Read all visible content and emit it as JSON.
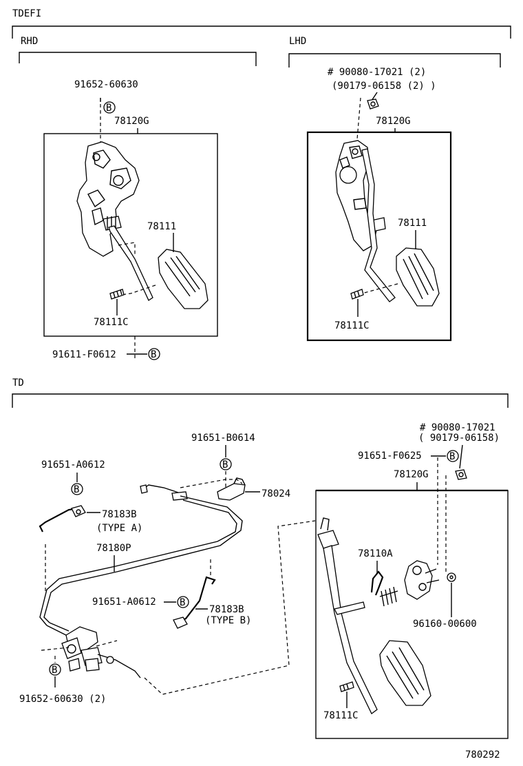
{
  "sections": {
    "tdefi": "TDEFI",
    "rhd": "RHD",
    "lhd": "LHD",
    "td": "TD"
  },
  "bolt_marker": "B",
  "labels": {
    "rhd_bolt_top": "91652-60630",
    "rhd_bracket": "78120G",
    "rhd_pedal": "78111",
    "rhd_pin": "78111C",
    "rhd_bolt_bottom": "91611-F0612",
    "lhd_nut": "# 90080-17021 (2)",
    "lhd_nut_alt": "(90179-06158 (2) )",
    "lhd_bracket": "78120G",
    "lhd_pedal": "78111",
    "lhd_pin": "78111C",
    "td_bolt_a1": "91651-A0612",
    "td_spring_a": "78183B",
    "td_spring_a_type": "(TYPE  A)",
    "td_bolt_b": "91651-B0614",
    "td_clamp": "78024",
    "td_cable": "78180P",
    "td_bolt_a2": "91651-A0612",
    "td_spring_b": "78183B",
    "td_spring_b_type": "(TYPE  B)",
    "td_bolt_bottom": "91652-60630 (2)",
    "td_nut": "# 90080-17021",
    "td_nut_alt": "( 90179-06158)",
    "td_bolt_f": "91651-F0625",
    "td_bracket": "78120G",
    "td_spring_return": "78110A",
    "td_bushing": "96160-00600",
    "td_pin": "78111C"
  },
  "figure_id": "780292"
}
